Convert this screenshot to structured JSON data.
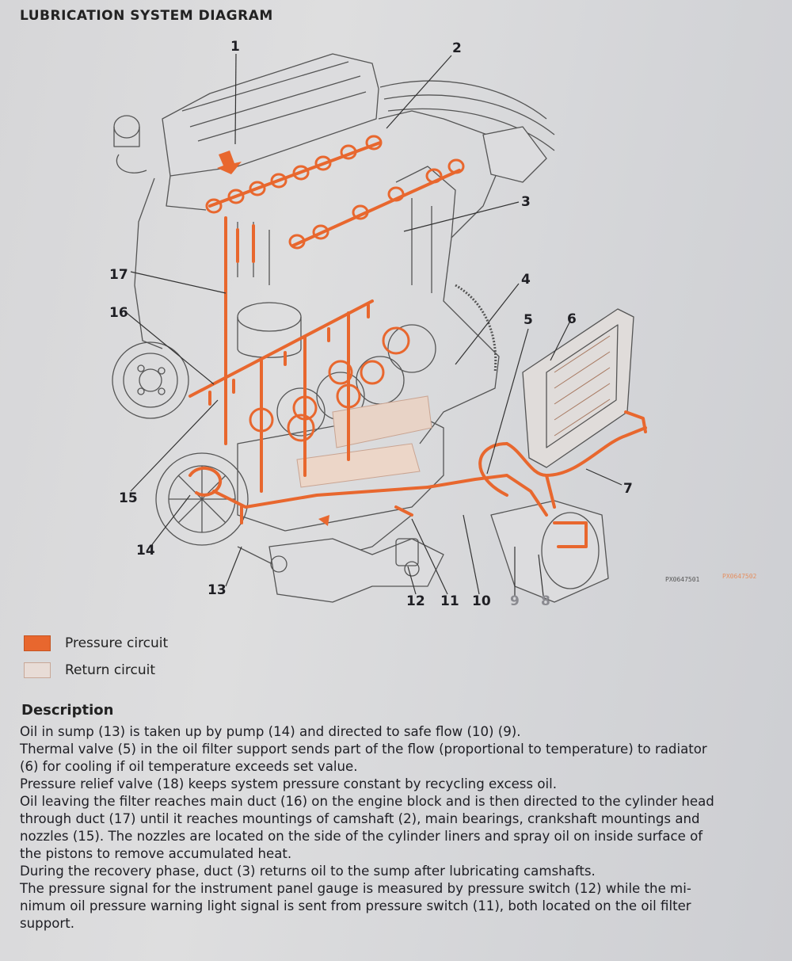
{
  "title": "LUBRICATION SYSTEM DIAGRAM",
  "colors": {
    "pressure": "#e8672e",
    "return": "#e8dcd6",
    "linework": "#555555",
    "background": "#dadadc"
  },
  "diagram": {
    "callouts": [
      "1",
      "2",
      "3",
      "4",
      "5",
      "6",
      "7",
      "8",
      "9",
      "10",
      "11",
      "12",
      "13",
      "14",
      "15",
      "16",
      "17"
    ],
    "codes": [
      "PX0647501",
      "PX0647502"
    ]
  },
  "legend": [
    {
      "label": "Pressure circuit",
      "swatch": "pressure"
    },
    {
      "label": "Return circuit",
      "swatch": "return"
    }
  ],
  "description": {
    "heading": "Description",
    "lines": [
      "Oil in sump (13) is taken up by pump (14) and directed to safe flow (10) (9).",
      "Thermal valve (5) in the oil filter support sends part of the flow (proportional to temperature) to radiator",
      "(6) for cooling if oil temperature exceeds set value.",
      "Pressure relief valve (18) keeps system pressure constant by recycling excess oil.",
      "Oil leaving the filter reaches main duct (16) on the engine block and is then directed to the cylinder head",
      "through duct (17) until it reaches mountings of camshaft (2), main bearings, crankshaft mountings and",
      "nozzles (15). The nozzles are located on the side of the cylinder liners and spray oil on inside surface of",
      "the pistons to remove accumulated heat.",
      "During the recovery phase, duct (3) returns oil to the sump after lubricating camshafts.",
      "The pressure signal for the instrument panel gauge is measured by pressure switch (12) while the mi-",
      "nimum oil pressure warning light signal is sent from pressure switch (11), both located on  the oil filter",
      "support."
    ]
  }
}
